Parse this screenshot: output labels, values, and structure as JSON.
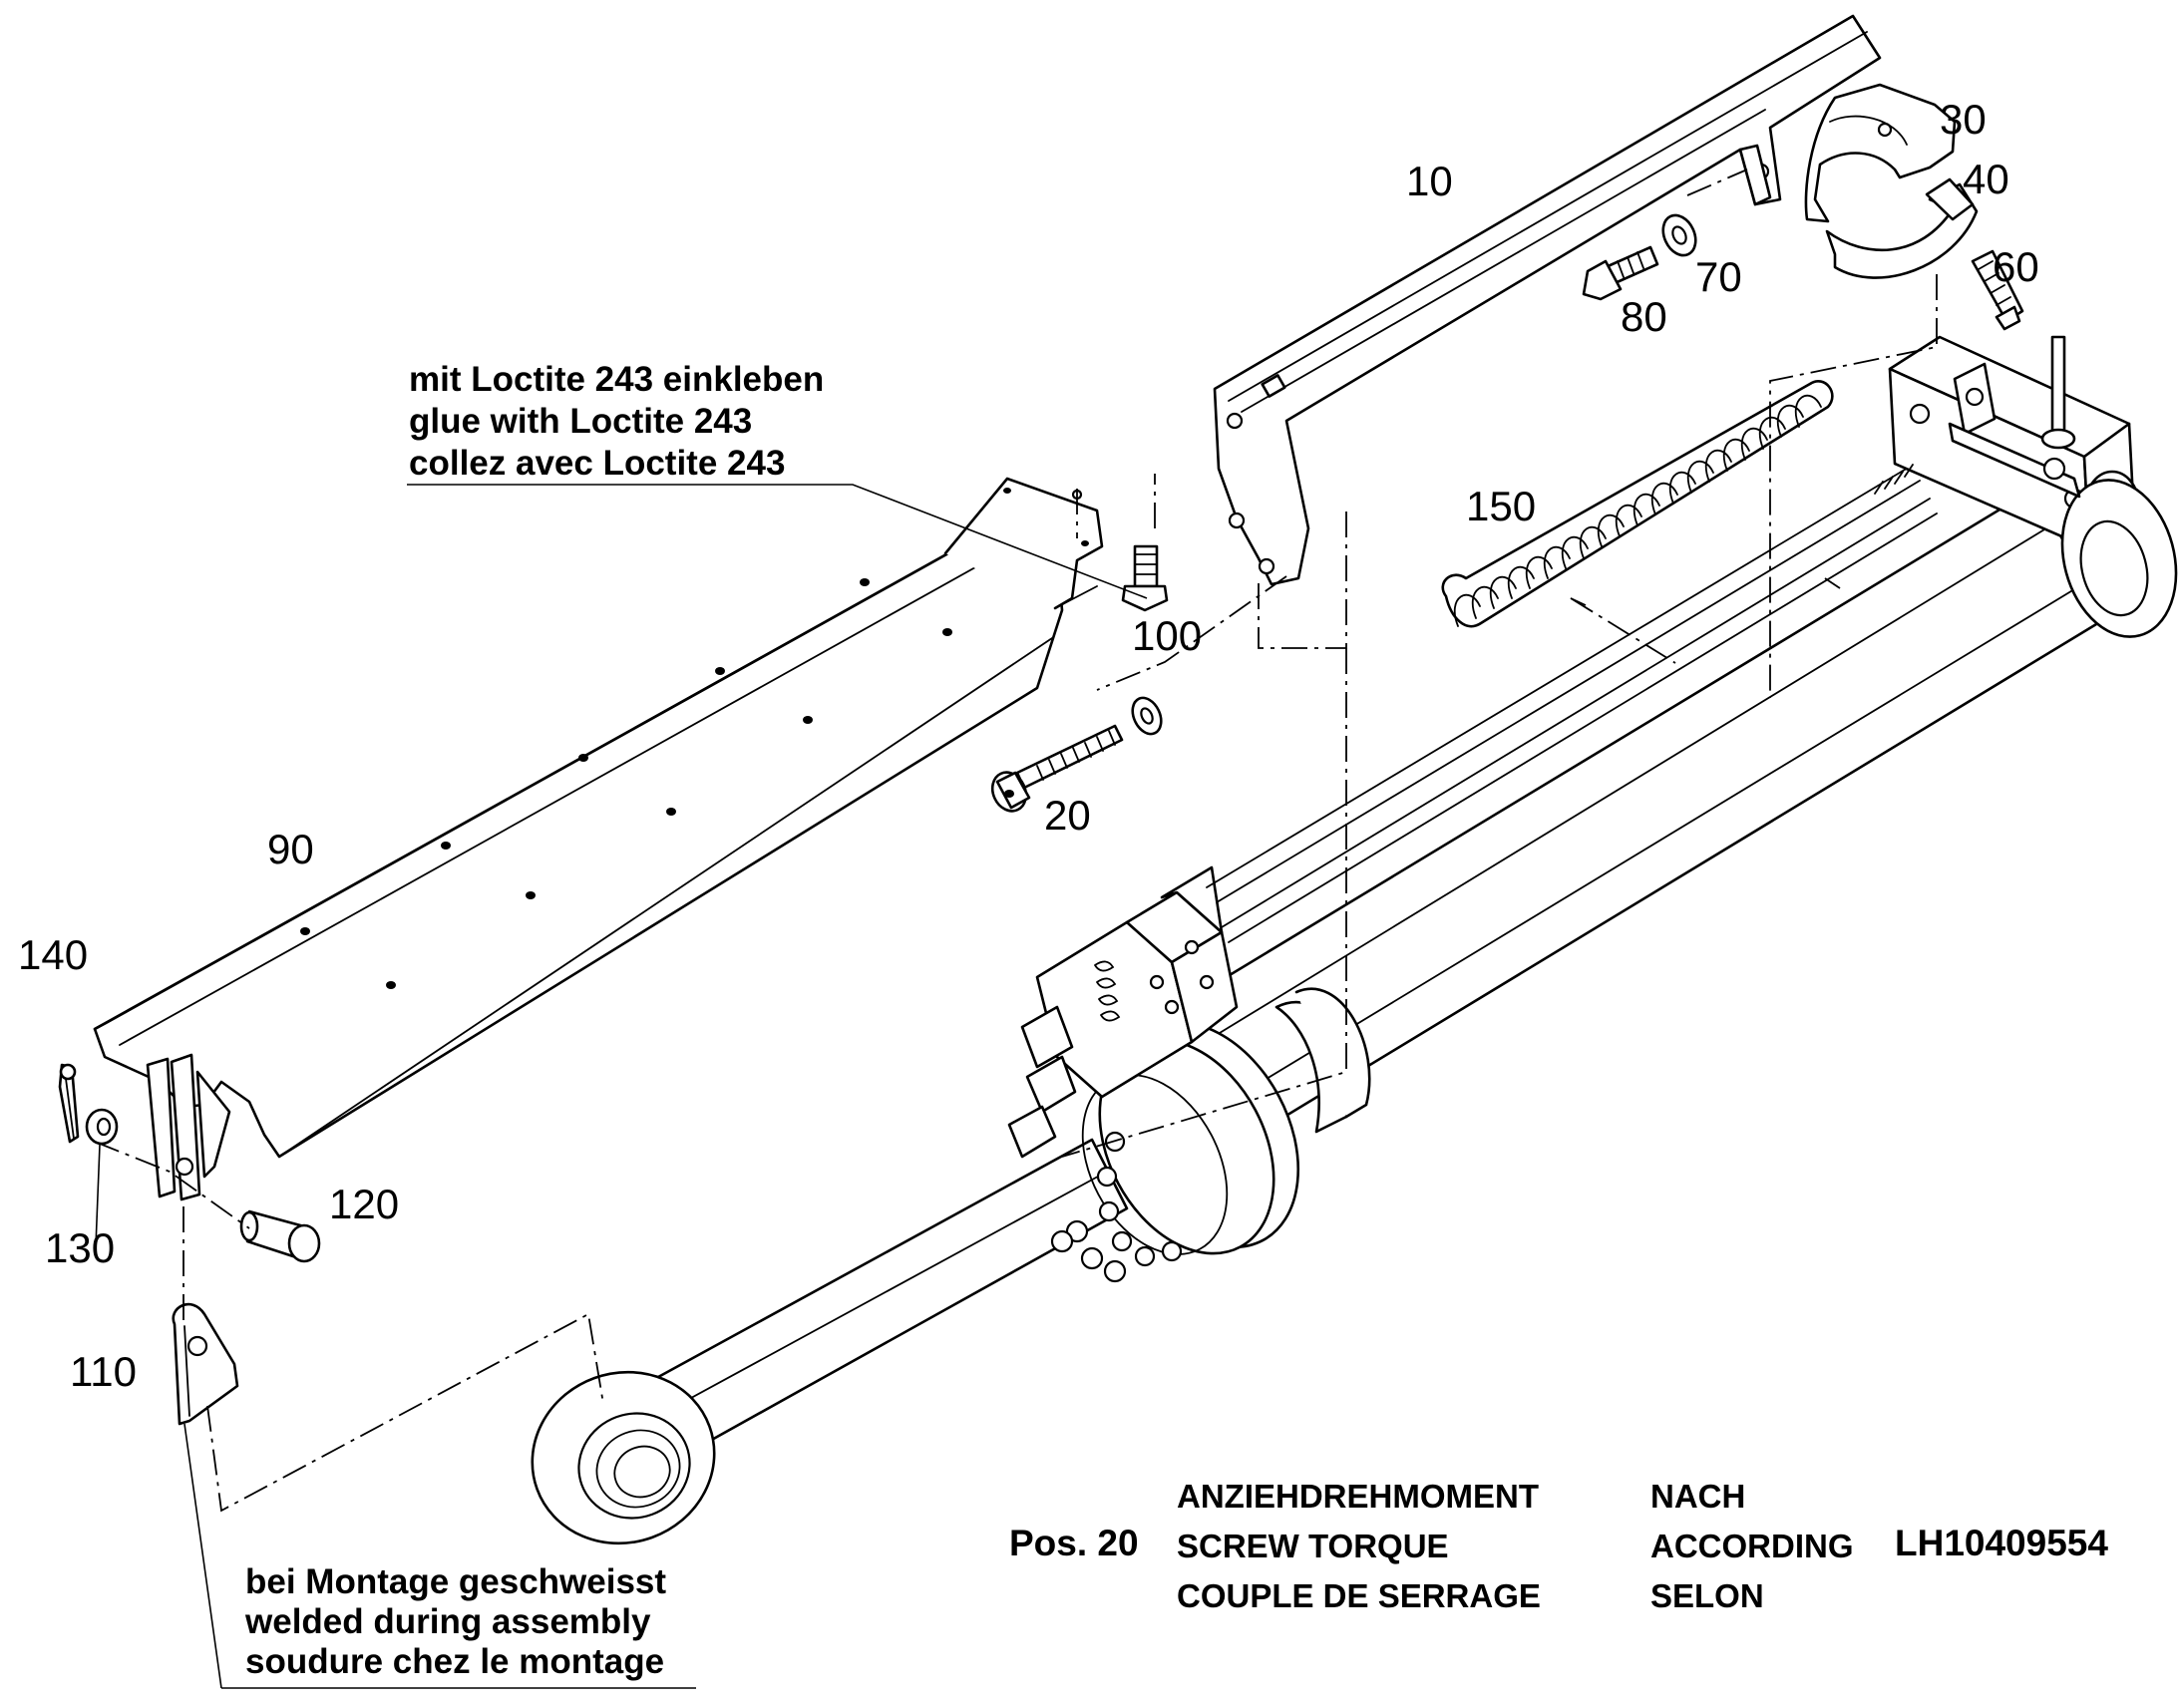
{
  "part_labels": {
    "p10": "10",
    "p20": "20",
    "p30": "30",
    "p40": "40",
    "p60": "60",
    "p70": "70",
    "p80": "80",
    "p90": "90",
    "p100": "100",
    "p110": "110",
    "p120": "120",
    "p130": "130",
    "p140": "140",
    "p150": "150"
  },
  "notes": {
    "loctite": [
      "mit Loctite 243 einkleben",
      "glue with Loctite 243",
      "collez avec Loctite 243"
    ],
    "welded": [
      "bei Montage geschweisst",
      "welded during assembly",
      "soudure chez le montage"
    ]
  },
  "torque_table": {
    "position": "Pos. 20",
    "descriptions": [
      "ANZIEHDREHMOMENT",
      "SCREW TORQUE",
      "COUPLE DE SERRAGE"
    ],
    "prepositions": [
      "NACH",
      "ACCORDING",
      "SELON"
    ],
    "reference": "LH10409554"
  }
}
